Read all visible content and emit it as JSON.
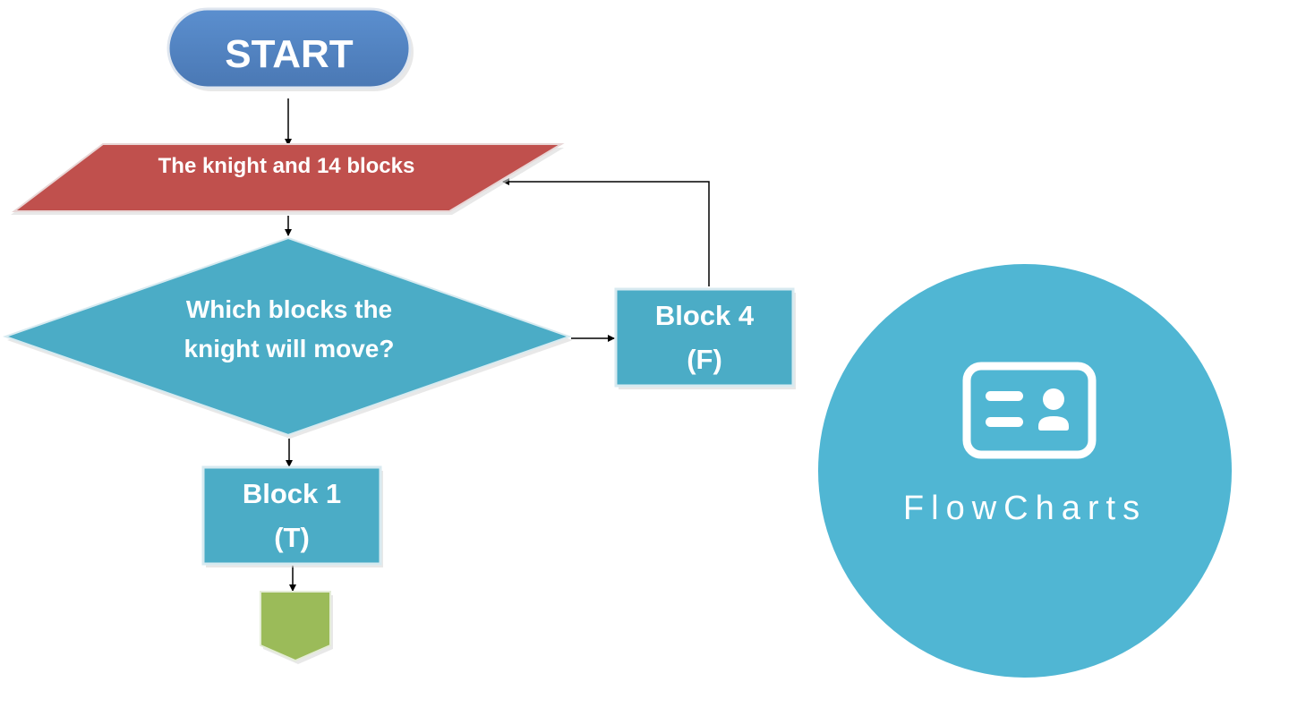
{
  "diagram": {
    "start_label": "START",
    "input_label": "The knight and 14 blocks",
    "decision_line1": "Which blocks the",
    "decision_line2": "knight will move?",
    "false_block_line1": "Block 4",
    "false_block_line2": "(F)",
    "true_block_line1": "Block 1",
    "true_block_line2": "(T)"
  },
  "badge": {
    "label": "FlowCharts",
    "icon": "id-card-icon"
  },
  "colors": {
    "start_fill": "#4f81bd",
    "input_fill": "#c0504d",
    "decision_fill": "#4bacc6",
    "process_fill": "#4bacc6",
    "connector_fill": "#9bbb59",
    "badge_fill": "#50b6d3",
    "line": "#000000"
  }
}
